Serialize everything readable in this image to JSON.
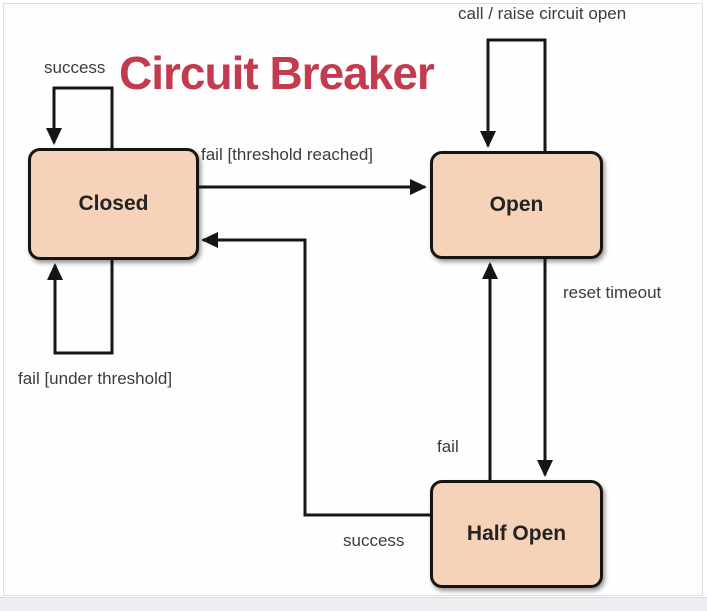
{
  "colors": {
    "accent_red": "#c23b4e",
    "node_fill": "#f6d3b8",
    "node_border": "#151515",
    "edge_line": "#151515",
    "edge_label_text": "#3c3c3c"
  },
  "diagram": {
    "title": "Circuit Breaker",
    "type": "state-machine",
    "states": [
      {
        "id": "closed",
        "label": "Closed"
      },
      {
        "id": "open",
        "label": "Open"
      },
      {
        "id": "half_open",
        "label": "Half Open"
      }
    ],
    "transitions": [
      {
        "id": "closed-self-success",
        "from": "closed",
        "to": "closed",
        "label": "success"
      },
      {
        "id": "open-self-call",
        "from": "open",
        "to": "open",
        "label": "call / raise circuit open"
      },
      {
        "id": "closed-to-open",
        "from": "closed",
        "to": "open",
        "label": "fail [threshold reached]"
      },
      {
        "id": "open-to-half-open",
        "from": "open",
        "to": "half_open",
        "label": "reset timeout"
      },
      {
        "id": "closed-self-fail",
        "from": "closed",
        "to": "closed",
        "label": "fail [under threshold]"
      },
      {
        "id": "half-open-to-open",
        "from": "half_open",
        "to": "open",
        "label": "fail"
      },
      {
        "id": "half-open-to-closed",
        "from": "half_open",
        "to": "closed",
        "label": "success"
      }
    ]
  }
}
